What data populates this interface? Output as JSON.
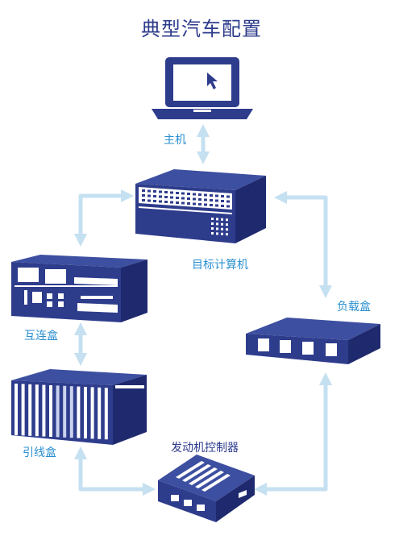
{
  "title": "典型汽车配置",
  "labels": {
    "host": "主机",
    "target": "目标计算机",
    "interconnect": "互连盒",
    "load": "负载盒",
    "breakout": "引线盒",
    "ecu": "发动机控制器"
  },
  "colors": {
    "device": "#2e3c8c",
    "device_dark": "#1f2a6e",
    "arrow": "#c5e0f1",
    "label": "#2a8fd0"
  }
}
